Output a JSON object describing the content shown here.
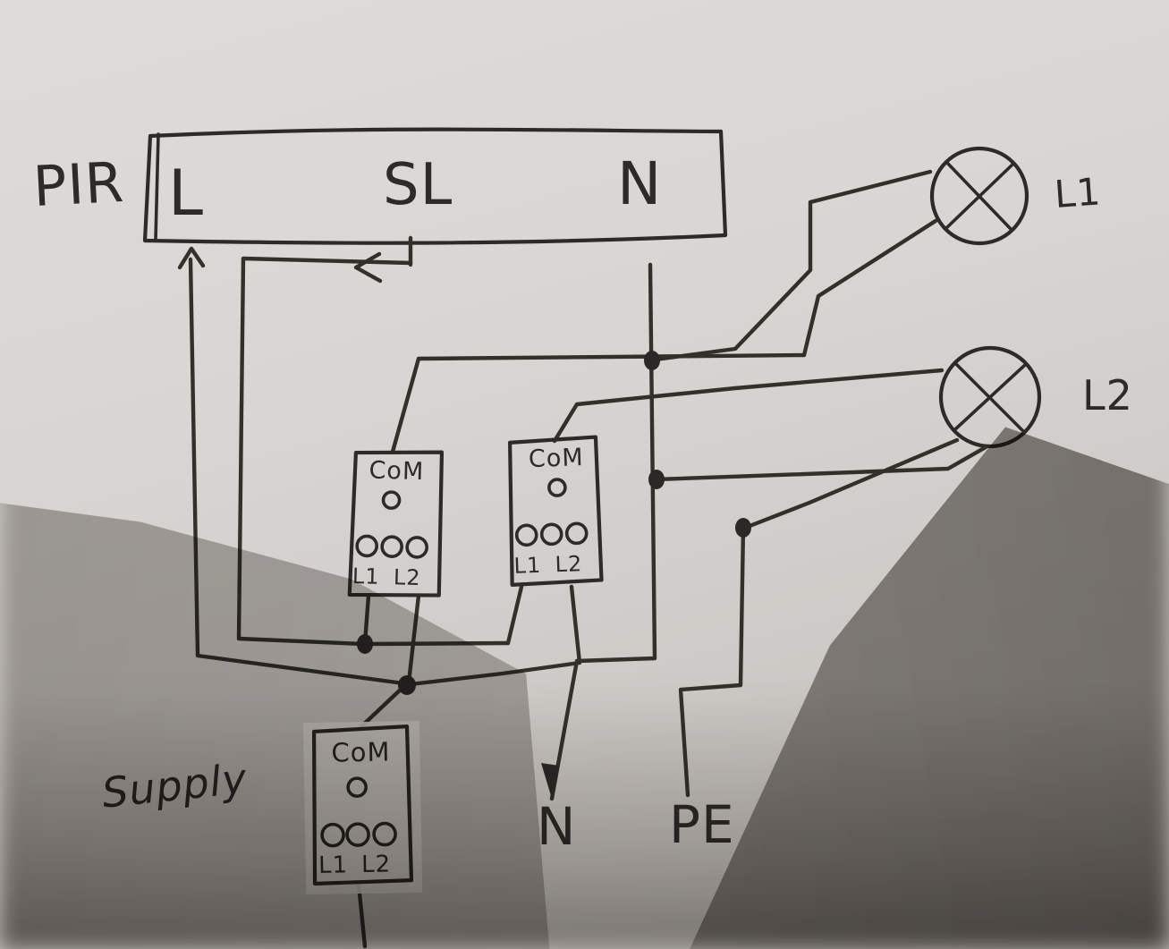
{
  "colors": {
    "paper": "#d8d5d2",
    "ink": "#2e2a27",
    "shadow": "#5f5a55"
  },
  "pir": {
    "label": "PIR",
    "l": "L",
    "sl": "SL",
    "n": "N"
  },
  "lamp1": {
    "label": "L1"
  },
  "lamp2": {
    "label": "L2"
  },
  "switch": {
    "com": "CoM",
    "l1": "L1",
    "l2": "L2"
  },
  "labels": {
    "supply": "Supply",
    "neutral": "N",
    "earth": "PE"
  }
}
